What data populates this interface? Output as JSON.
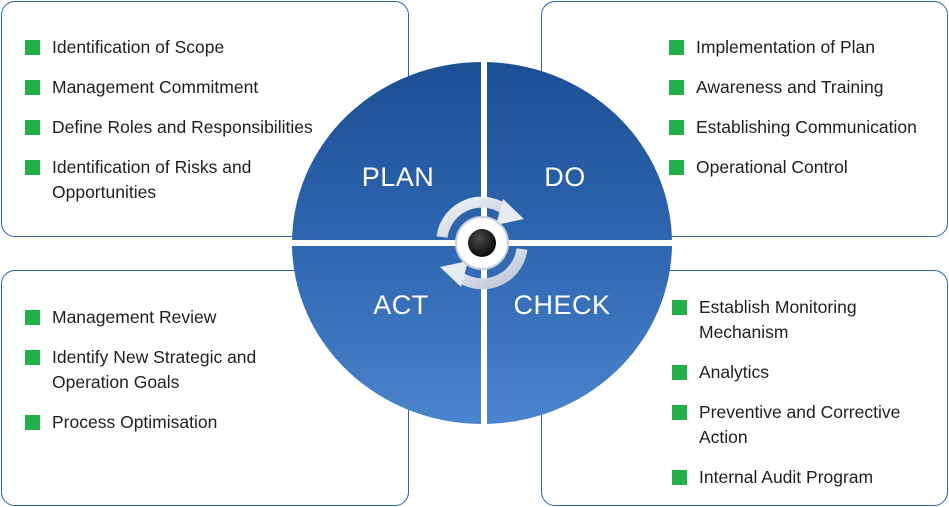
{
  "quadrants": {
    "plan": {
      "label": "PLAN",
      "items": [
        "Identification of Scope",
        "Management Commitment",
        "Define Roles and Responsibilities",
        "Identification of Risks and Opportunities"
      ]
    },
    "do": {
      "label": "DO",
      "items": [
        "Implementation of Plan",
        "Awareness and Training",
        "Establishing Communication",
        "Operational Control"
      ]
    },
    "act": {
      "label": "ACT",
      "items": [
        "Management Review",
        "Identify New Strategic and Operation Goals",
        "Process Optimisation"
      ]
    },
    "check": {
      "label": "CHECK",
      "items": [
        "Establish Monitoring Mechanism",
        "Analytics",
        "Preventive and Corrective Action",
        "Internal Audit Program"
      ]
    }
  },
  "colors": {
    "circle_top": "#1c4f94",
    "circle_bottom": "#4a84cc",
    "bullet": "#22b04b",
    "border": "#2f63a8"
  },
  "icons": {
    "center": "cycle-arrows-icon"
  }
}
